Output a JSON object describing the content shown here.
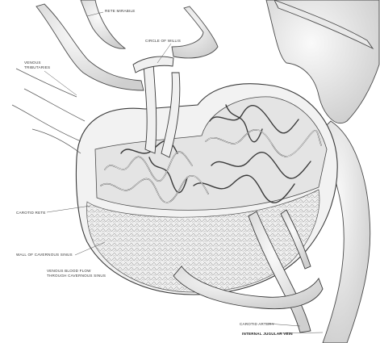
{
  "labels": {
    "rete": "RETE MIRABILE",
    "circle": "CIRCLE OF WILLIS",
    "venous_1": "VENOUS",
    "venous_2": "TRIBUTARIES",
    "carotid_rete": "CAROTID RETE",
    "wall": "WALL OF CAVERNOUS SINUS",
    "blood_1": "VENOUS BLOOD FLOW",
    "blood_2": "THROUGH CAVERNOUS SINUS",
    "carotid_artery": "CAROTID ARTERY",
    "jugular": "INTERNAL JUGULAR VEIN"
  },
  "colors": {
    "ink": "#3a3a3a",
    "light_ink": "#8a8a8a",
    "shade": "#d8d8d8",
    "fill": "#f4f4f4"
  }
}
